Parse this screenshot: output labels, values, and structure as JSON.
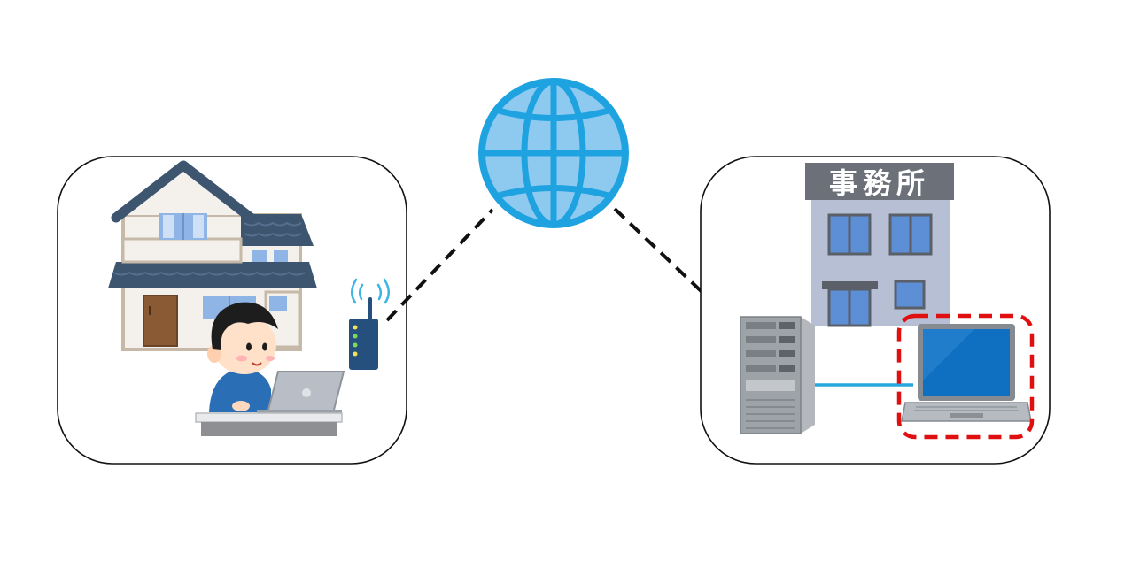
{
  "diagram": {
    "office_building": {
      "sign_text": "事務所"
    },
    "colors": {
      "globe": "#1ea3e0",
      "globe_fill": "#8ec9f0",
      "connection_line": "#111111",
      "lan_cable": "#29a7df",
      "highlight": "#e01010",
      "roof": "#3e5570",
      "shirt": "#2a6fb5",
      "router": "#25507e",
      "server": "#9ea3a8",
      "office_wall": "#b7bfd4",
      "laptop_screen": "#0f6fc1"
    },
    "nodes": [
      {
        "id": "home",
        "icon": "house-remote-worker-icon"
      },
      {
        "id": "internet",
        "icon": "globe-icon"
      },
      {
        "id": "office",
        "icon": "office-building-icon"
      },
      {
        "id": "server",
        "icon": "server-tower-icon"
      },
      {
        "id": "office-pc",
        "icon": "laptop-icon",
        "highlighted": true
      }
    ],
    "connections": [
      {
        "from": "home-router",
        "to": "internet",
        "style": "dashed"
      },
      {
        "from": "internet",
        "to": "server",
        "style": "dashed"
      },
      {
        "from": "server",
        "to": "office-pc",
        "style": "solid"
      }
    ]
  }
}
